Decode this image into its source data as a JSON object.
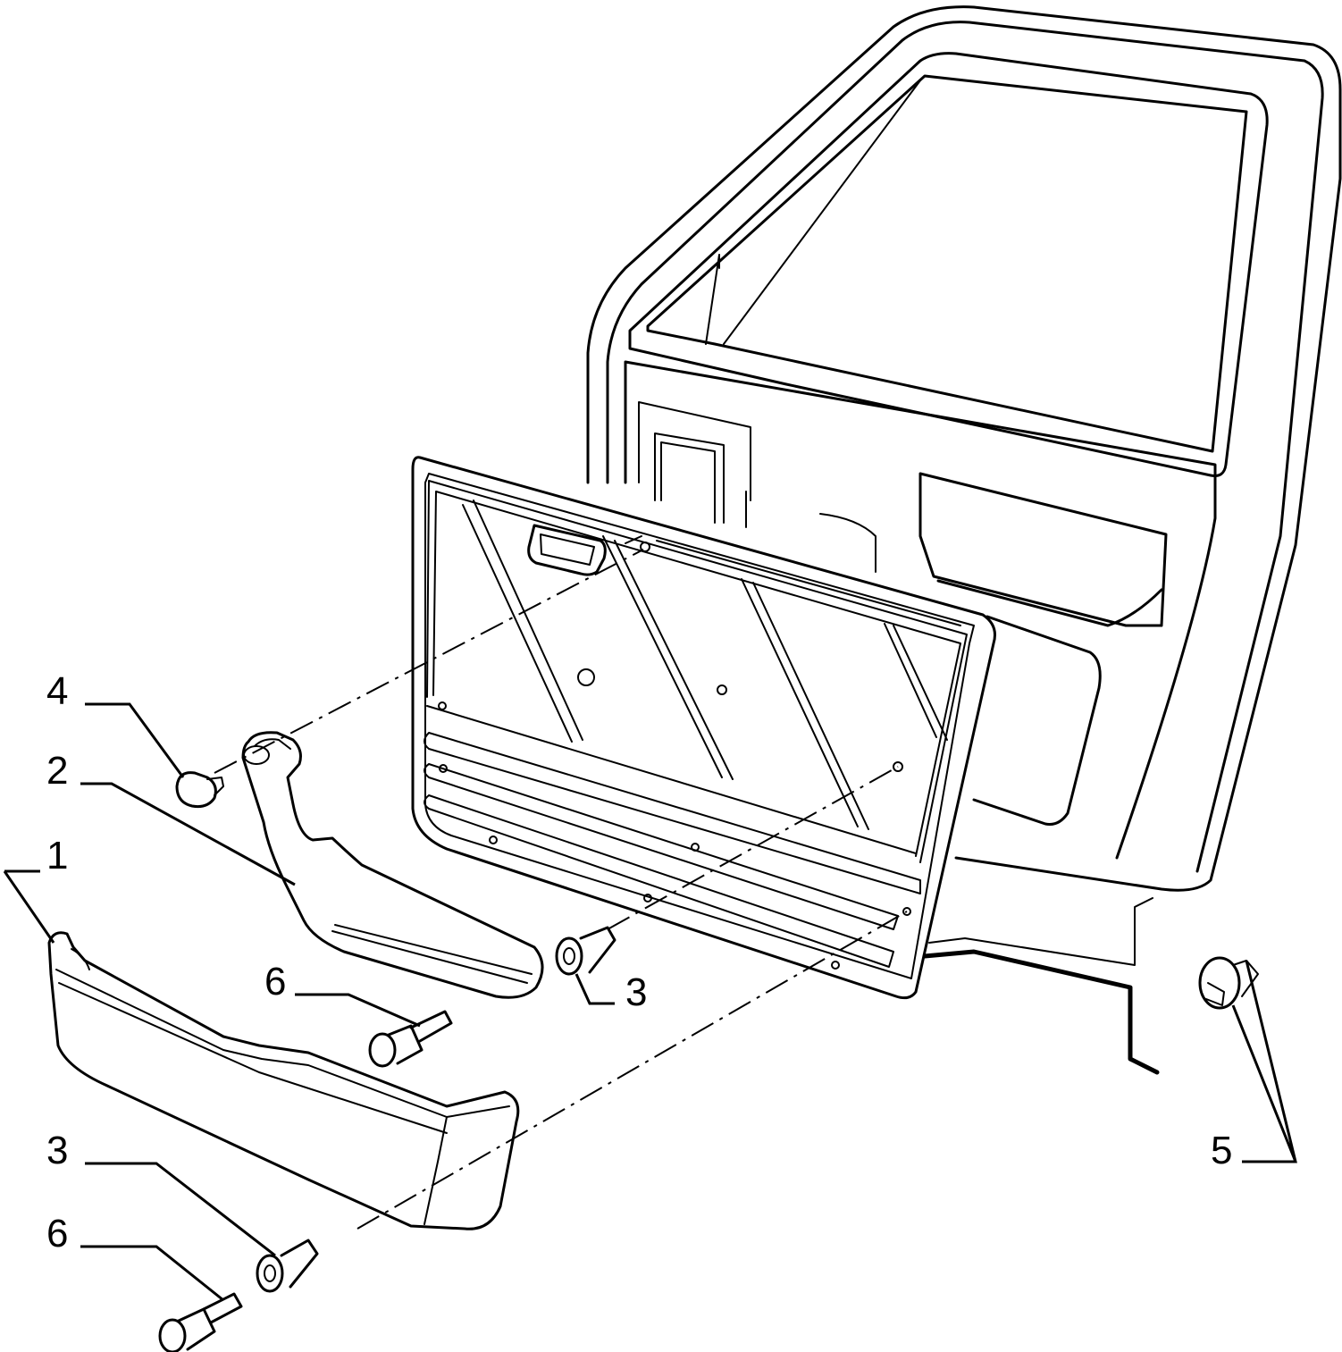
{
  "diagram": {
    "callouts": [
      {
        "id": "c1",
        "label": "1",
        "part": "lower-door-trim"
      },
      {
        "id": "c2",
        "label": "2",
        "part": "armrest-grab-handle"
      },
      {
        "id": "c3a",
        "label": "3",
        "part": "panel-clip"
      },
      {
        "id": "c3b",
        "label": "3",
        "part": "panel-clip"
      },
      {
        "id": "c4",
        "label": "4",
        "part": "handle-cap"
      },
      {
        "id": "c5",
        "label": "5",
        "part": "push-fastener"
      },
      {
        "id": "c6a",
        "label": "6",
        "part": "screw"
      },
      {
        "id": "c6b",
        "label": "6",
        "part": "screw"
      }
    ]
  }
}
